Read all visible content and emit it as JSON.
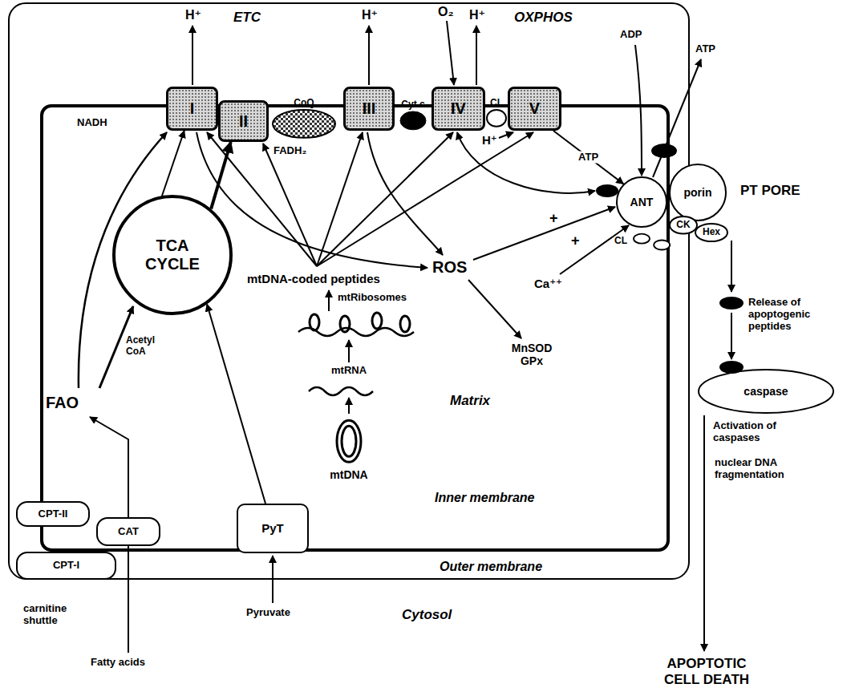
{
  "diagram": {
    "nodes": [
      {
        "text": [
          "Outer membrane"
        ]
      },
      {
        "text": [
          "Inner membrane"
        ],
        "in": 0
      },
      {
        "text": [
          "I"
        ],
        "in": 0
      },
      {
        "text": [
          "II"
        ],
        "in": 0
      },
      {
        "text": [
          "CoQ"
        ],
        "in": 0
      },
      {
        "text": [
          "III"
        ],
        "in": 0
      },
      {
        "text": [
          "Cyt c"
        ],
        "in": 0
      },
      {
        "text": [
          "IV"
        ],
        "in": 0
      },
      {
        "text": [
          "CL"
        ],
        "in": 0
      },
      {
        "text": [
          "V"
        ],
        "in": 0
      },
      {
        "text": [
          "TCA CYCLE"
        ],
        "in": 1
      },
      {
        "text": [
          "mtDNA"
        ],
        "in": 1
      },
      {
        "text": [
          "CPT-II"
        ],
        "in": 0
      },
      {
        "text": [
          "CAT"
        ],
        "in": 0
      },
      {
        "text": [
          "CPT-I"
        ],
        "in": 0
      },
      {
        "text": [
          "PyT"
        ],
        "in": 0
      },
      {
        "text": [
          "ANT"
        ],
        "in": 0
      },
      {
        "text": [
          "porin"
        ]
      },
      {
        "text": [
          "CK"
        ]
      },
      {
        "text": [
          "Hex"
        ]
      },
      {
        "text": [
          "CL"
        ],
        "in": 0
      },
      {
        "text": [
          "caspase"
        ]
      }
    ],
    "edges": [
      {
        "from": 10,
        "to": 2,
        "arrow": "to"
      },
      {
        "from": 10,
        "to": 3,
        "arrow": "to"
      },
      {
        "from": 15,
        "to": 10,
        "arrow": "to"
      },
      {
        "from": 9,
        "to": 16,
        "label": "ATP",
        "arrow": "to"
      }
    ],
    "labels": [
      "ETC",
      "H⁺",
      "H⁺",
      "O₂",
      "H⁺",
      "OXPHOS",
      "NADH",
      "FADH₂",
      "H⁺",
      "ADP",
      "ATP",
      "PT PORE",
      "mtDNA-coded peptides",
      "ROS",
      "+",
      "+",
      "Ca⁺⁺",
      "MnSOD GPx",
      "mtRibosomes",
      "mtRNA",
      "Matrix",
      "Acetyl CoA",
      "FAO",
      "Release of apoptogenic peptides",
      "Activation of caspases",
      "nuclear DNA fragmentation",
      "Cytosol",
      "carnitine shuttle",
      "Pyruvate",
      "Fatty acids",
      "APOPTOTIC CELL DEATH"
    ]
  }
}
